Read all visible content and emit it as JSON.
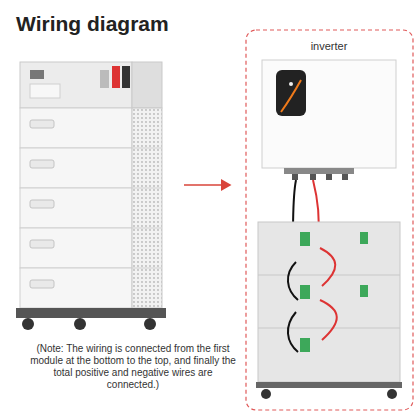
{
  "diagram": {
    "title": "Wiring diagram",
    "nodes": [
      {
        "text": [
          "inverter"
        ]
      }
    ],
    "labels": [
      "(Note: The wiring is connected from the first module at the bottom to the top, and finally the total positive and negative wires are connected.)"
    ]
  }
}
